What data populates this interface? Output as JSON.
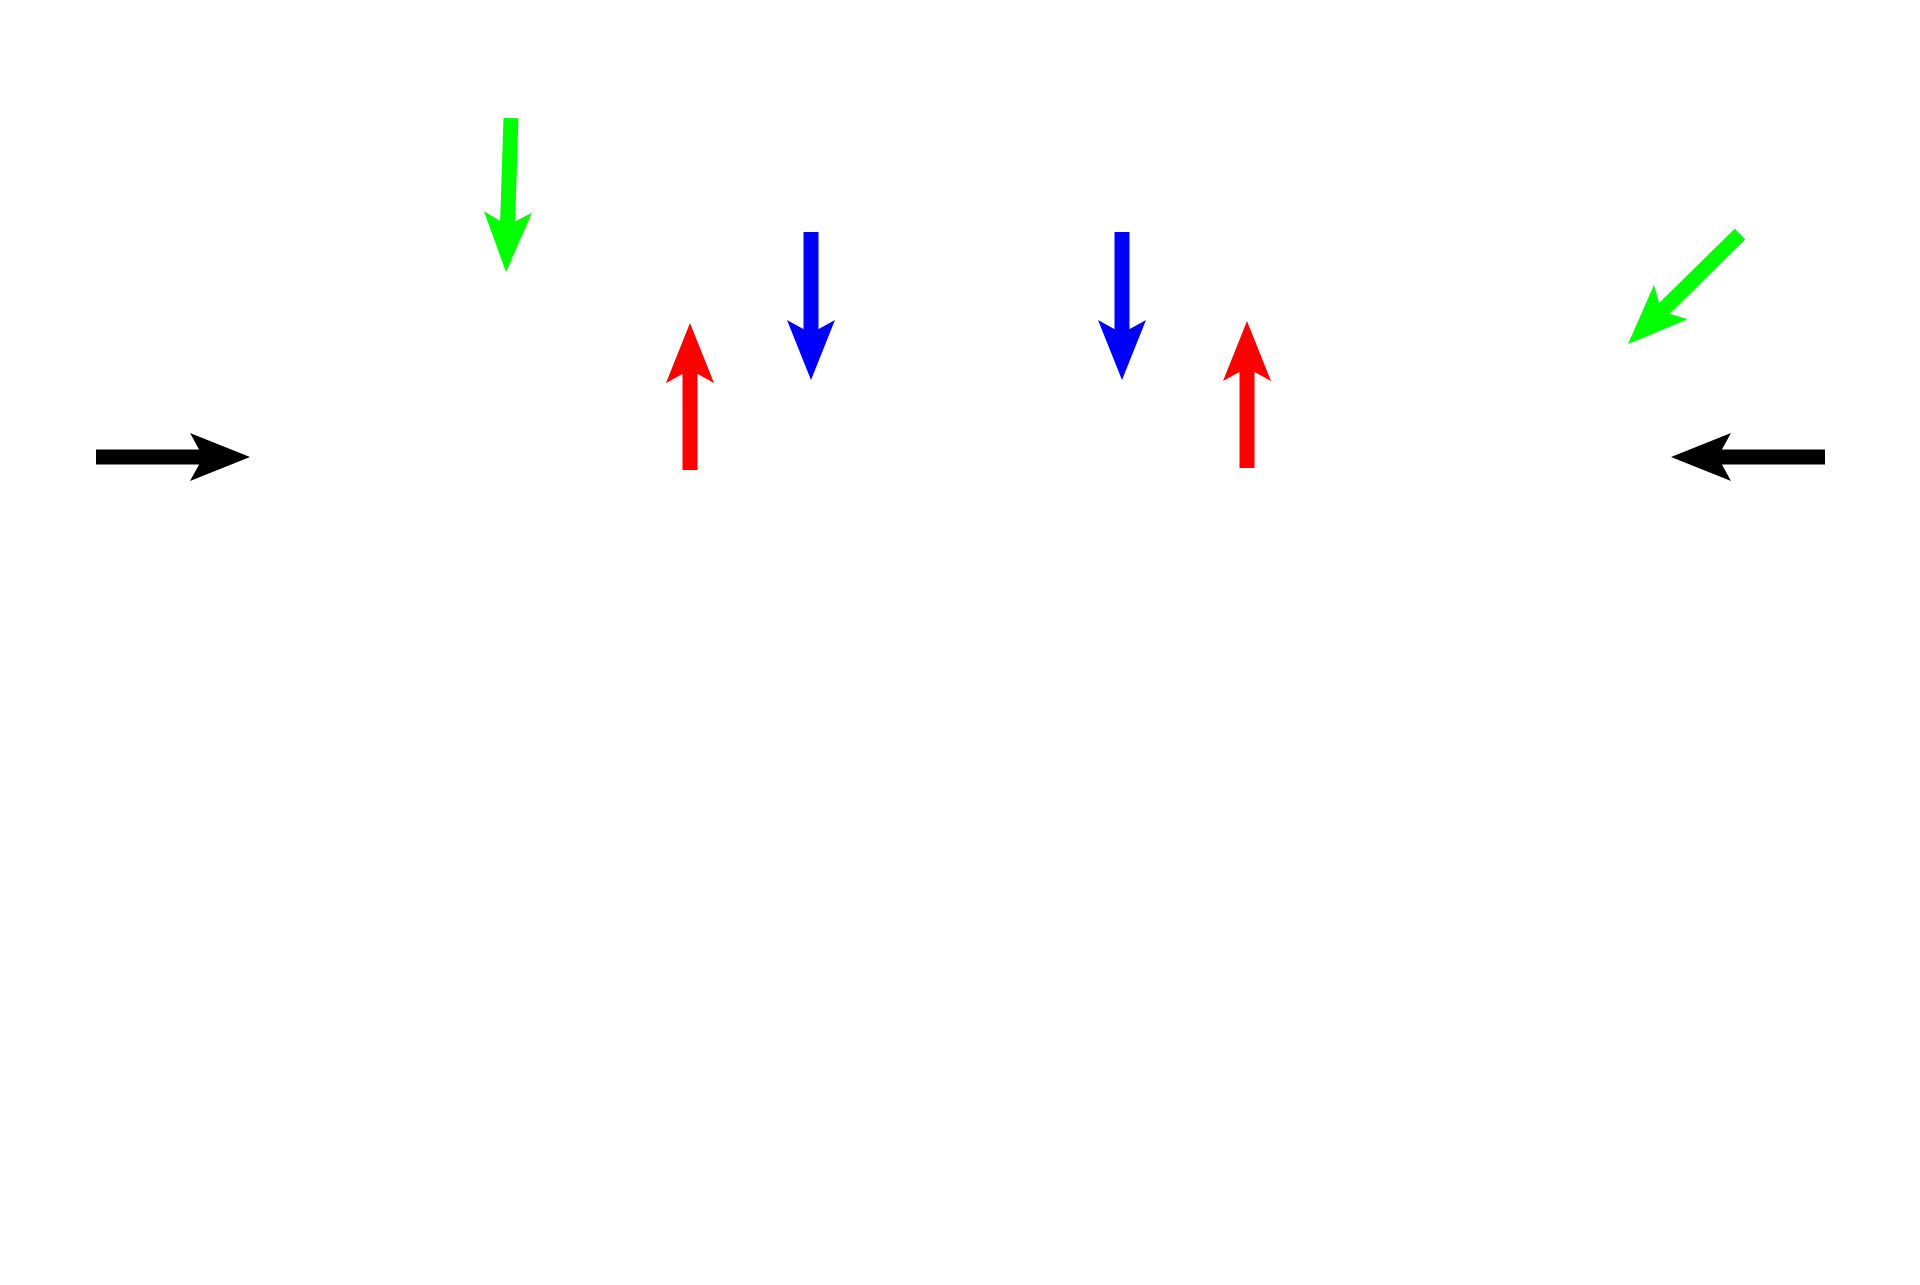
{
  "canvas": {
    "background": "#ffffff"
  },
  "arrows": [
    {
      "name": "black-arrow-left",
      "color": "#000000",
      "direction": "right"
    },
    {
      "name": "green-arrow-upper-left",
      "color": "#00ff00",
      "direction": "down"
    },
    {
      "name": "red-arrow-left",
      "color": "#ff0000",
      "direction": "up"
    },
    {
      "name": "blue-arrow-left",
      "color": "#0000ff",
      "direction": "down"
    },
    {
      "name": "blue-arrow-right",
      "color": "#0000ff",
      "direction": "down"
    },
    {
      "name": "red-arrow-right",
      "color": "#ff0000",
      "direction": "up"
    },
    {
      "name": "green-arrow-upper-right",
      "color": "#00ff00",
      "direction": "down-left"
    },
    {
      "name": "black-arrow-right",
      "color": "#000000",
      "direction": "left"
    }
  ]
}
